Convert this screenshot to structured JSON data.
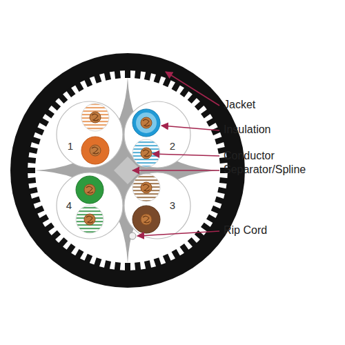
{
  "diagram": {
    "labels": [
      "Jacket",
      "Insulation",
      "Conductor",
      "Separator/Spline",
      "Rip Cord",
      "1",
      "2",
      "3",
      "4"
    ]
  }
}
